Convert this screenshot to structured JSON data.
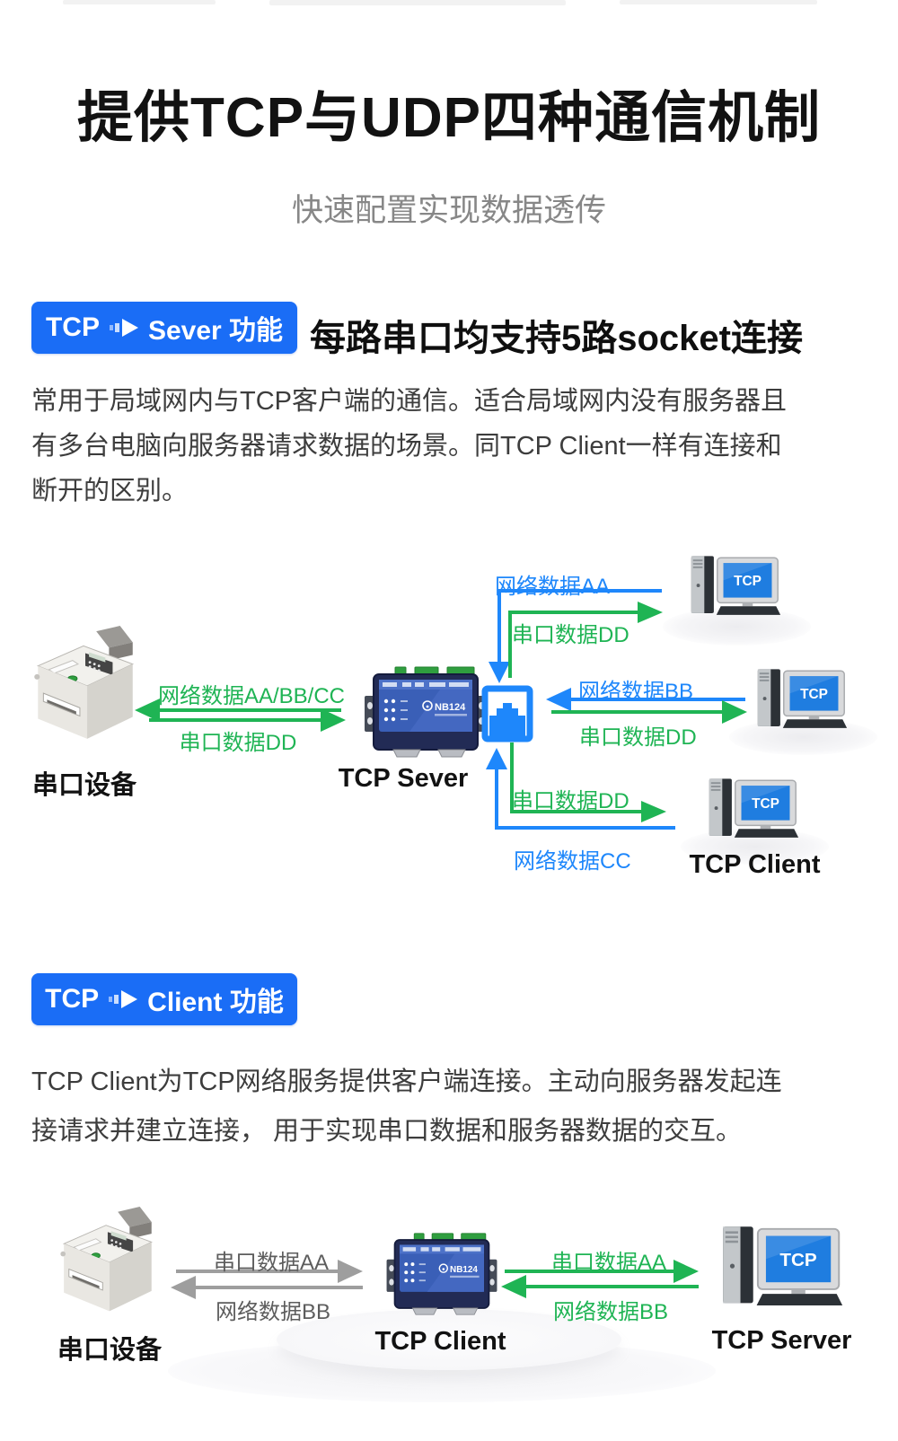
{
  "colors": {
    "badge_blue": "#1a6df6",
    "arrow_green": "#1fb454",
    "arrow_blue": "#1e87fb",
    "arrow_gray": "#9e9e9e",
    "gray_label_text": "#5d5d5d",
    "title_text": "#121212",
    "body_text": "#3d3d3d",
    "subtitle_text": "#878787",
    "device_navy": "#222b55",
    "device_panel_blue": "#3a5fb7",
    "screen_blue": "#1f7de0"
  },
  "icons": {
    "badge_arrow": "play-arrow-right",
    "hub": "rj45-ethernet-port",
    "printer": "serial-printer-device",
    "computer": "desktop-pc-with-tcp-screen"
  },
  "header": {
    "title": "提供TCP与UDP四种通信机制",
    "subtitle": "快速配置实现数据透传"
  },
  "server_section": {
    "badge": {
      "tcp": "TCP",
      "label": "Sever 功能"
    },
    "headline": "每路串口均支持5路socket连接",
    "paragraph": [
      "常用于局域网内与TCP客户端的通信。适合局域网内没有服务器且",
      "有多台电脑向服务器请求数据的场景。同TCP Client一样有连接和",
      "断开的区别。"
    ],
    "diagram": {
      "printer_label": "串口设备",
      "gateway_label": "TCP Sever",
      "gateway_model": "NB124",
      "client_label": "TCP Client",
      "screen_text": "TCP",
      "arrow_net_abc": "网络数据AA/BB/CC",
      "arrow_serial_left": "串口数据DD",
      "arrow_net_aa": "网络数据AA",
      "arrow_serial_top": "串口数据DD",
      "arrow_net_bb": "网络数据BB",
      "arrow_serial_mid": "串口数据DD",
      "arrow_serial_bottom": "串口数据DD",
      "arrow_net_cc": "网络数据CC"
    }
  },
  "client_section": {
    "badge": {
      "tcp": "TCP",
      "label": "Client 功能"
    },
    "paragraph": [
      "TCP Client为TCP网络服务提供客户端连接。主动向服务器发起连",
      "接请求并建立连接， 用于实现串口数据和服务器数据的交互。"
    ],
    "diagram": {
      "printer_label": "串口设备",
      "gateway_label": "TCP Client",
      "gateway_model": "NB124",
      "server_label": "TCP Server",
      "screen_text": "TCP",
      "arrow_serial_left": "串口数据AA",
      "arrow_net_left": "网络数据BB",
      "arrow_serial_right": "串口数据AA",
      "arrow_net_right": "网络数据BB"
    }
  }
}
